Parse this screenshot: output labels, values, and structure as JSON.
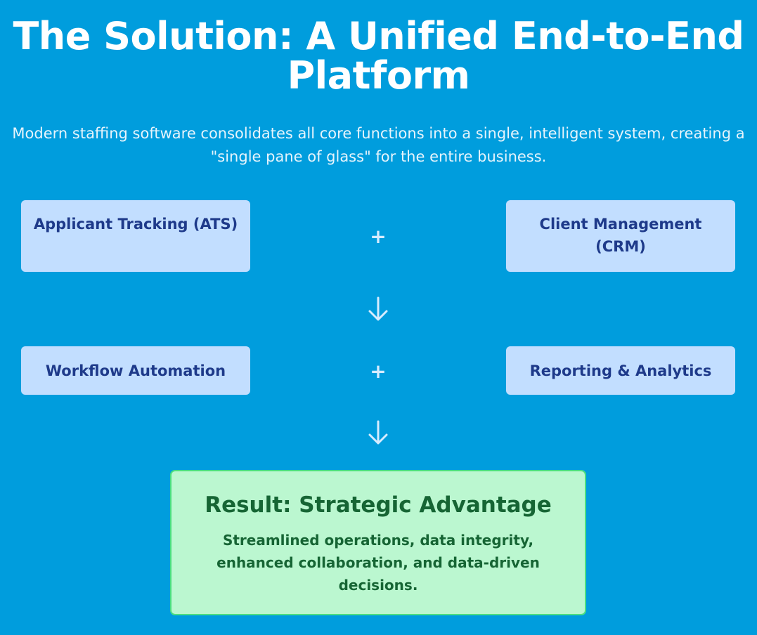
{
  "header": {
    "title": "The Solution: A Unified End-to-End Platform",
    "subtitle": "Modern staffing software consolidates all core functions into a single, intelligent system, creating a \"single pane of glass\" for the entire business."
  },
  "components": {
    "ats": "Applicant Tracking (ATS)",
    "crm": "Client Management (CRM)",
    "workflow": "Workflow Automation",
    "reporting": "Reporting & Analytics"
  },
  "operators": {
    "plus": "+"
  },
  "icons": {
    "arrow": "arrow-down-icon"
  },
  "result": {
    "title": "Result: Strategic Advantage",
    "text": "Streamlined operations, data integrity, enhanced collaboration, and data-driven decisions."
  },
  "colors": {
    "background": "#009ddd",
    "component_box": "#c2deff",
    "component_text": "#1e3a8a",
    "result_box": "#bbf7d0",
    "result_border": "#4ade80",
    "result_text": "#166534",
    "arrow": "#d6ecff"
  }
}
